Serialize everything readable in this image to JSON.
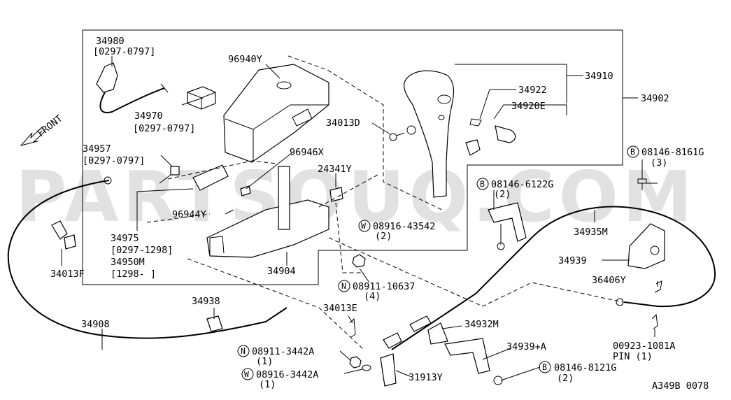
{
  "watermark": "PARTSOUQ.COM",
  "diagram_code": "A349B 0078",
  "front_indicator": "FRONT",
  "callouts": {
    "p34980": "34980",
    "p34980_date": "[0297-0797]",
    "p96940Y": "96940Y",
    "p34910": "34910",
    "p34922": "34922",
    "p34920E": "34920E",
    "p34902": "34902",
    "p34013D": "34013D",
    "p34970": "34970",
    "p34970_date": "[0297-0797]",
    "p34957": "34957",
    "p34957_date": "[0297-0797]",
    "p96946X": "96946X",
    "p24341Y": "24341Y",
    "p08146_8161G": "08146-8161G",
    "p08146_8161G_qty": "(3)",
    "p08146_6122G": "08146-6122G",
    "p08146_6122G_qty": "(2)",
    "p96944Y": "96944Y",
    "p08916_43542": "08916-43542",
    "p08916_43542_qty": "(2)",
    "p34935M": "34935M",
    "p34975": "34975",
    "p34975_date": "[0297-1298]",
    "p34950M": "34950M",
    "p34950M_date": "[1298-      ]",
    "p34013F": "34013F",
    "p34904": "34904",
    "p34939": "34939",
    "p08911_10637": "08911-10637",
    "p08911_10637_qty": "(4)",
    "p36406Y": "36406Y",
    "p34938": "34938",
    "p34013E": "34013E",
    "p34908": "34908",
    "p34932M": "34932M",
    "p34939A": "34939+A",
    "p00923_1081A": "00923-1081A",
    "p00923_pin": "PIN (1)",
    "p08911_3442A": "08911-3442A",
    "p08911_3442A_qty": "(1)",
    "p08916_3442A": "08916-3442A",
    "p08916_3442A_qty": "(1)",
    "p31913Y": "31913Y",
    "p08146_8121G": "08146-8121G",
    "p08146_8121G_qty": "(2)"
  },
  "prefix_markers": {
    "bolt": "B",
    "washer": "W",
    "nut": "N"
  }
}
